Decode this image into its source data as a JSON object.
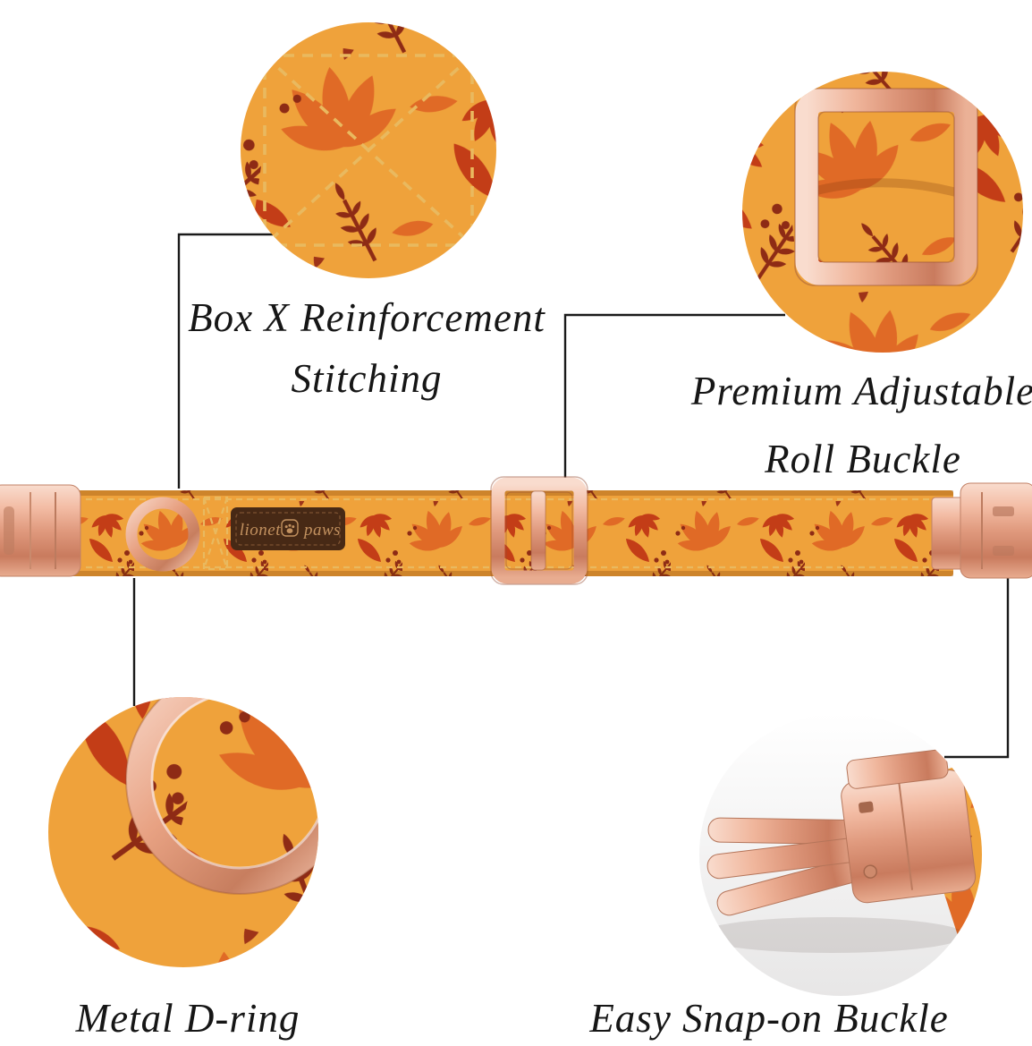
{
  "image": {
    "kind": "product feature callout photo",
    "background": "#ffffff"
  },
  "colors": {
    "fabric_base": "#EFA23B",
    "leaf_orange": "#E06A26",
    "leaf_red": "#C33D17",
    "leaf_maroon": "#8E2B15",
    "rose_gold_light": "#F9DCCE",
    "rose_gold_mid": "#E09A7E",
    "rose_gold_deep": "#C97B5E",
    "stitch_thread": "#E9B95F",
    "callout_line": "#1a1a1a",
    "label_text": "#161616",
    "patch_bg": "#472915",
    "patch_text": "#C2915F"
  },
  "callouts": {
    "stitching": {
      "line1": "Box X Reinforcement",
      "line2": "Stitching"
    },
    "roll_buckle": {
      "line1": "Premium Adjustable",
      "line2": "Roll Buckle"
    },
    "d_ring": {
      "label": "Metal D-ring"
    },
    "snap_buckle": {
      "label": "Easy Snap-on Buckle"
    }
  },
  "collar": {
    "brand_left": "lionet",
    "brand_right": "paws"
  }
}
